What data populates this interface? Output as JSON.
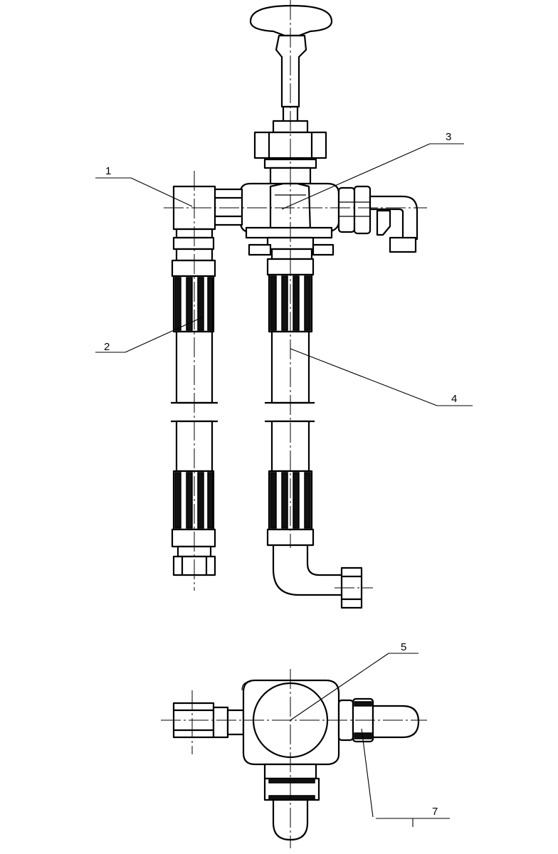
{
  "callouts": [
    {
      "id": "1",
      "label": "1"
    },
    {
      "id": "2",
      "label": "2"
    },
    {
      "id": "3",
      "label": "3"
    },
    {
      "id": "4",
      "label": "4"
    },
    {
      "id": "5",
      "label": "5"
    },
    {
      "id": "7",
      "label": "7"
    }
  ]
}
